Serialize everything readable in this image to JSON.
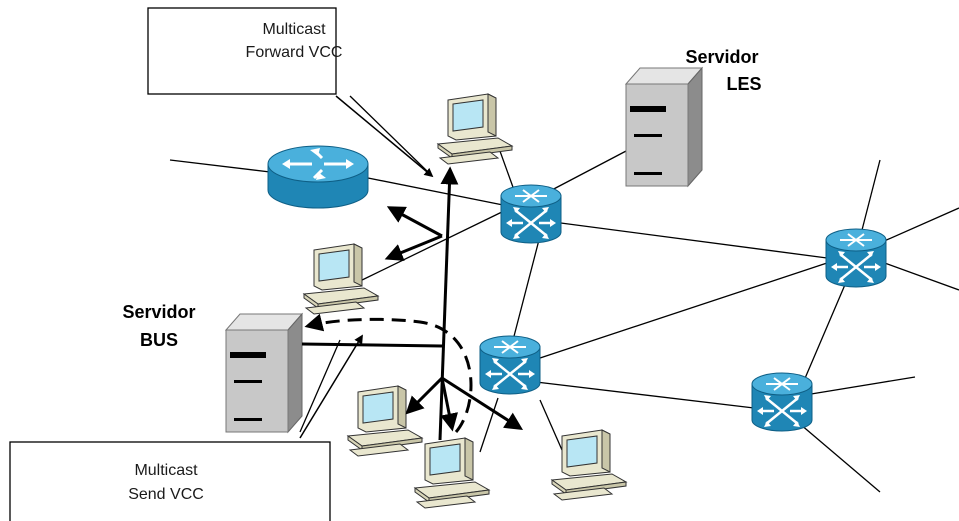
{
  "callouts": {
    "forward": {
      "line1": "Multicast",
      "line2": "Forward VCC"
    },
    "send": {
      "line1": "Multicast",
      "line2": "Send VCC"
    }
  },
  "servers": {
    "les": {
      "line1": "Servidor",
      "line2": "LES"
    },
    "bus": {
      "line1": "Servidor",
      "line2": "BUS"
    }
  },
  "colors": {
    "device": "#1f86b5",
    "device_dark": "#0e5f86",
    "device_top": "#4ab0dc",
    "server_body": "#c8c8c8",
    "server_side": "#9a9a9a",
    "pc_beige": "#e9e7cf",
    "pc_screen": "#b8e6f4",
    "line": "#000000"
  },
  "icons": {
    "router": "router-icon",
    "atm_switch": "atm-switch-icon",
    "server": "server-icon",
    "workstation": "workstation-icon"
  }
}
